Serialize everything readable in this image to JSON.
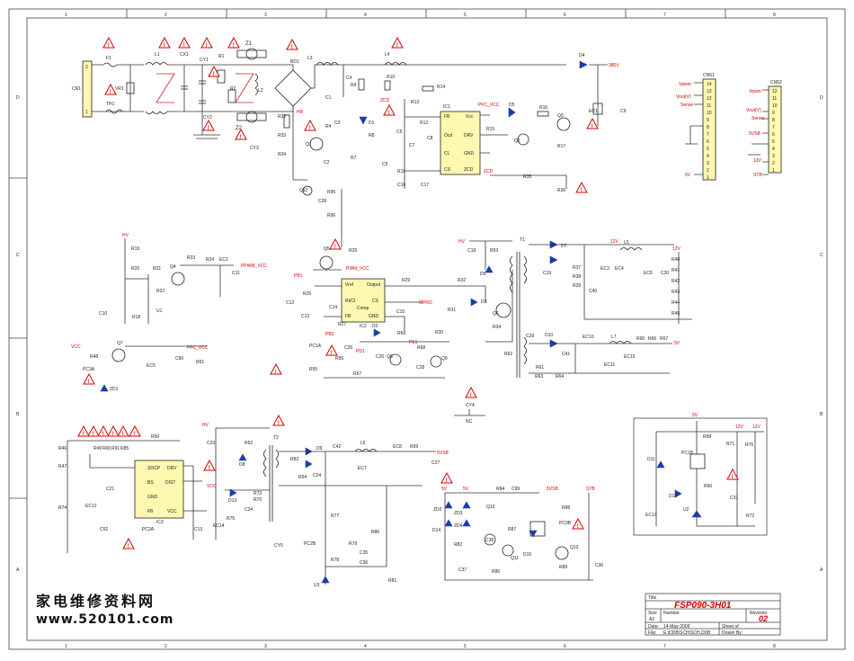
{
  "grid": {
    "columns": [
      "1",
      "2",
      "3",
      "4",
      "5",
      "6",
      "7",
      "8"
    ],
    "rows": [
      "D",
      "C",
      "B",
      "A"
    ]
  },
  "warning_symbol": "!",
  "title_block": {
    "title_label": "Title",
    "title": "FSP090-3H01",
    "size_label": "Size",
    "size": "A2",
    "number_label": "Number",
    "revision_label": "Revision",
    "revision": "02",
    "date_label": "Date:",
    "date": "14-May-2009",
    "file_label": "File:",
    "file": "E:\\DDB\\SCH\\SCH.DDB",
    "sheet_label": "Sheet   of",
    "drawn_label": "Drawn By:"
  },
  "watermark": {
    "cn": "家电维修资料网",
    "url": "www.520101.com"
  },
  "labels": {
    "cn1": "CN1",
    "f1": "F1",
    "vr1": "VR1",
    "th1": "TH1",
    "l1": "L1",
    "cx1": "CX1",
    "cy1": "CY1",
    "cy2": "CY2",
    "cy3": "CY3",
    "z1": "Z1",
    "z2": "Z2",
    "r1": "R1",
    "r2": "R2",
    "l2": "L2",
    "bd1": "BD1",
    "l3": "L3",
    "l4": "L4",
    "c1": "C1",
    "c4": "C4",
    "r9": "R9",
    "r10": "R10",
    "zcd1": "ZCD",
    "r14": "R14",
    "r13": "R13",
    "ic1": "IC1",
    "pfc_vcc": "PFC_VCC",
    "d4": "D4",
    "v380": "380V",
    "ec1": "EC1",
    "c9": "C9",
    "r32": "R32",
    "r33": "R33",
    "r34": "R34",
    "hr": "HR",
    "c3": "C3",
    "d1": "D1",
    "r4": "R4",
    "q1": "Q1",
    "c2": "C2",
    "r7": "R7",
    "r8": "R8",
    "c5": "C5",
    "r12": "R12",
    "c6": "C6",
    "c7": "C7",
    "c8": "C8",
    "r11": "R11",
    "c16": "C16",
    "c17": "C17",
    "ic1_fb": "FB",
    "ic1_vcc": "Vcc",
    "ic1_ocd": "Ocd",
    "ic1_drv": "DRV",
    "ic1_cl": "CL",
    "ic1_gnd": "GND",
    "ic1_cs": "CS",
    "ic1_zcd": "ZCD",
    "zcd2": "ZCD",
    "r15": "R15",
    "d5": "D5",
    "r16": "R16",
    "q2": "Q2",
    "q3": "Q3",
    "r17": "R17",
    "r35": "R35",
    "r36": "R36",
    "q12": "Q12",
    "c39": "C39",
    "r95": "R95",
    "r96": "R96",
    "cn51": "CN51",
    "cn52": "CN52",
    "vpwm1": "Vpwm",
    "vout1": "Vout(V)",
    "sense1": "Sense",
    "v5v": "5V",
    "vpwm2": "Vpwm",
    "vout2": "Vout(V)",
    "sense2": "Sense",
    "v5vsb": "5VSB",
    "v12": "12V",
    "stb": "STB",
    "hv1": "HV",
    "r19": "R19",
    "r20": "R20",
    "r21": "R21",
    "r22": "R22",
    "q4": "Q4",
    "r23": "R23",
    "r24": "R24",
    "ec2": "EC2",
    "c11": "C11",
    "ppwm_vcc": "PPWM_VCC",
    "c10": "C10",
    "r18": "R18",
    "u1": "U1",
    "vcc1": "VCC",
    "q7": "Q7",
    "r48": "R48",
    "pc3a": "PC3A",
    "zd1": "ZD1",
    "ec5": "EC5",
    "c60": "C60",
    "r51": "R51",
    "pfc_vcc2": "PFC_VCC",
    "q5": "Q5",
    "r26": "R26",
    "ppwm_vcc2": "PWM_VCC",
    "pb1": "PB1",
    "r25": "R25",
    "c12": "C12",
    "c13": "C13",
    "c14": "C14",
    "ic2_vref": "Vref",
    "ic2_output": "Output",
    "ic2_rtct": "Rt/Ct",
    "ic2_cs": "CS",
    "ic2_fb": "FB",
    "ic2_gnd": "GND",
    "ic2_comp": "Comp",
    "ic2": "IC2",
    "r29": "R29",
    "c15": "C15",
    "opro1": "OPRO",
    "r27": "R27",
    "d2": "D2",
    "pb2": "PB2",
    "pc1a": "PC1A",
    "c25": "C25",
    "r56": "R56",
    "r55": "R55",
    "r57": "R57",
    "pd1": "PD1",
    "r69": "R69",
    "q8": "Q8",
    "r68": "R68",
    "pe1": "PE1",
    "c26": "C26",
    "q9": "Q9",
    "c28": "C28",
    "r32b": "R32",
    "d3": "D3",
    "r31": "R31",
    "q6": "Q6",
    "r30": "R30",
    "r34b": "R34",
    "r62": "R62",
    "t1": "T1",
    "hv2": "HV",
    "c18": "C18",
    "r53": "R53",
    "d6": "D6",
    "d7": "D7",
    "c19": "C19",
    "r37": "R37",
    "r38": "R38",
    "r39": "R39",
    "ec3": "EC3",
    "ec4": "EC4",
    "c40": "C40",
    "l5": "L5",
    "ec6": "EC6",
    "c20": "C20",
    "v12b": "12V",
    "v12c": "12V",
    "r40": "R40",
    "r41": "R41",
    "r42": "R42",
    "r43": "R43",
    "r44": "R44",
    "r45": "R45",
    "c29": "C29",
    "d10": "D10",
    "ec10": "EC10",
    "l7": "L7",
    "ec11": "EC11",
    "ec15": "EC15",
    "r65": "R65",
    "r66": "R66",
    "r67": "R67",
    "v5v2": "5V",
    "c41": "C41",
    "r61": "R61",
    "r63": "R63",
    "r64": "R64",
    "cy4": "CY4",
    "nc": "NC",
    "r46": "R46",
    "r47": "R47",
    "r50": "R50",
    "r49": "R49",
    "r60": "R60",
    "r91": "R91",
    "r85": "R85",
    "r74": "R74",
    "ec12": "EC12",
    "c21": "C21",
    "c52": "C52",
    "pc2a": "PC2A",
    "ic3": "IC3",
    "ic3_socp": "SOCP",
    "ic3_drv": "DRV",
    "ic3_bs": "BS",
    "ic3_dist": "DIST",
    "ic3_gnd": "GND",
    "ic3_fb": "FB",
    "ic3_vcc": "VCC",
    "c13b": "C13",
    "hv3": "HV",
    "c23": "C23",
    "r52": "R52",
    "d8": "D8",
    "vcc2": "VCC",
    "d13": "D13",
    "r73": "R73",
    "ec14": "EC14",
    "r75": "R75",
    "c34": "C34",
    "r70": "R70",
    "t2": "T2",
    "c95": "CY5",
    "d9": "D9",
    "r83": "R83",
    "r54": "R54",
    "c24": "C24",
    "c42": "C42",
    "l6": "L6",
    "ec7": "EC7",
    "ec8": "EC8",
    "r59": "R59",
    "c27": "C27",
    "v5vsb2": "5VSB",
    "r77": "R77",
    "pc2b": "PC2B",
    "r79": "R79",
    "c35": "C35",
    "r78": "R78",
    "c36": "C36",
    "u3": "U3",
    "r80": "R80",
    "r81": "R81",
    "v5a": "5V",
    "v5b": "5V",
    "zd2": "ZD2",
    "zd3": "ZD3",
    "zd4": "ZD4",
    "d14": "D14",
    "r82": "R82",
    "c37": "C37",
    "r84": "R84",
    "q10": "Q10",
    "q11": "Q11",
    "r87": "R87",
    "r86": "R86",
    "c38": "C38",
    "c99": "C99",
    "v5vsb3": "5VSB",
    "pc3b": "PC3B",
    "d15": "D15",
    "q13": "Q13",
    "r88": "R88",
    "r89": "R89",
    "c30": "C30",
    "stb2": "STB",
    "v5a2": "5V",
    "v12d": "12V",
    "v12e": "12V",
    "d11": "D11",
    "d12": "D12",
    "pc1b": "PC1B",
    "r71": "R71",
    "r72": "R72",
    "r76": "R76",
    "r58": "R58",
    "c31": "C31",
    "r90": "R90",
    "u2": "U2",
    "ec13": "EC13"
  },
  "connector_pins": {
    "cn51": [
      "14",
      "13",
      "12",
      "11",
      "10",
      "9",
      "8",
      "7",
      "6",
      "5",
      "4",
      "3",
      "2",
      "1"
    ],
    "cn52": [
      "12",
      "11",
      "10",
      "9",
      "8",
      "7",
      "6",
      "5",
      "4",
      "3",
      "2",
      "1"
    ],
    "cn1": [
      "2",
      "1"
    ]
  }
}
